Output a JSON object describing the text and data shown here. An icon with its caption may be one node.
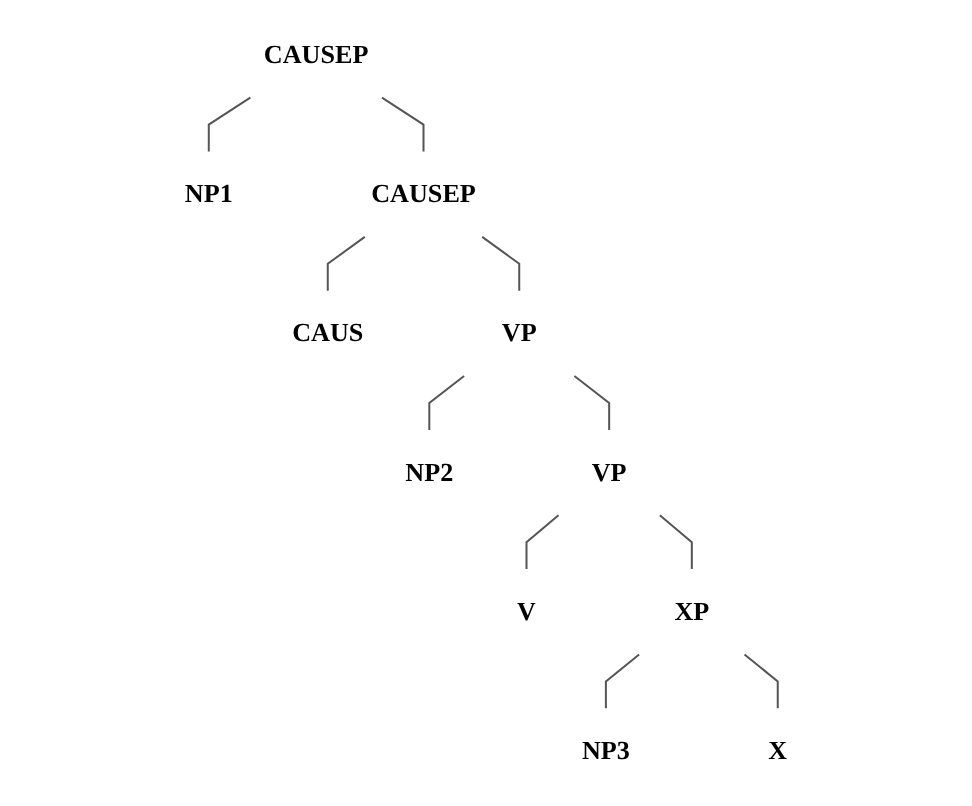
{
  "diagram": {
    "nodes": [
      {
        "text": [
          "CAUSEP"
        ]
      },
      {
        "text": [
          "NP1"
        ]
      },
      {
        "text": [
          "CAUSEP"
        ]
      },
      {
        "text": [
          "CAUS"
        ]
      },
      {
        "text": [
          "VP"
        ]
      },
      {
        "text": [
          "NP2"
        ]
      },
      {
        "text": [
          "VP"
        ]
      },
      {
        "text": [
          "V"
        ]
      },
      {
        "text": [
          "XP"
        ]
      },
      {
        "text": [
          "NP3"
        ]
      },
      {
        "text": [
          "X"
        ]
      }
    ],
    "edges": [
      {
        "from": 0,
        "to": 1,
        "arrow": "none"
      },
      {
        "from": 0,
        "to": 2,
        "arrow": "none"
      },
      {
        "from": 2,
        "to": 3,
        "arrow": "none"
      },
      {
        "from": 2,
        "to": 4,
        "arrow": "none"
      },
      {
        "from": 4,
        "to": 5,
        "arrow": "none"
      },
      {
        "from": 4,
        "to": 6,
        "arrow": "none"
      },
      {
        "from": 6,
        "to": 7,
        "arrow": "none"
      },
      {
        "from": 6,
        "to": 8,
        "arrow": "none"
      },
      {
        "from": 8,
        "to": 9,
        "arrow": "none"
      },
      {
        "from": 8,
        "to": 10,
        "arrow": "none"
      }
    ]
  }
}
